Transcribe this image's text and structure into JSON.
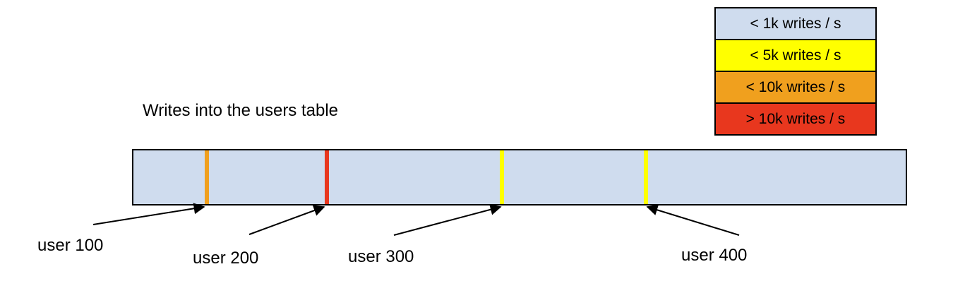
{
  "title": "Writes into the users table",
  "colors": {
    "bar_fill": "#cfdcee",
    "outline": "#000000",
    "blue": "#cfdcee",
    "yellow": "#ffff00",
    "orange": "#f0a01e",
    "red": "#e8371e"
  },
  "legend": {
    "items": [
      {
        "label": "< 1k writes / s",
        "color": "#cfdcee"
      },
      {
        "label": "< 5k writes / s",
        "color": "#ffff00"
      },
      {
        "label": "< 10k writes / s",
        "color": "#f0a01e"
      },
      {
        "label": "> 10k writes / s",
        "color": "#e8371e"
      }
    ]
  },
  "markers": [
    {
      "label": "user 100",
      "color": "#f0a01e",
      "rate_band": "< 10k writes / s"
    },
    {
      "label": "user 200",
      "color": "#e8371e",
      "rate_band": "> 10k writes / s"
    },
    {
      "label": "user 300",
      "color": "#ffff00",
      "rate_band": "< 5k writes / s"
    },
    {
      "label": "user 400",
      "color": "#ffff00",
      "rate_band": "< 5k writes / s"
    }
  ]
}
